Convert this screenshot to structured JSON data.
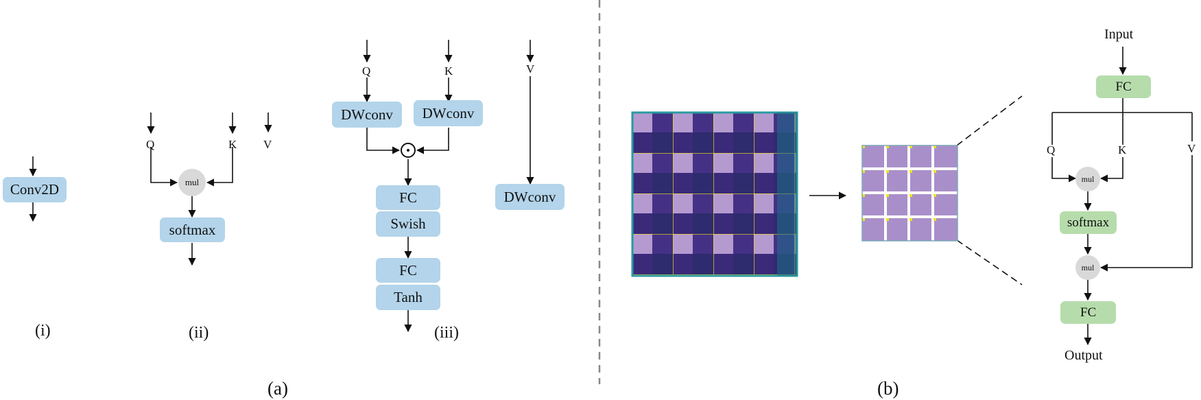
{
  "panel_a": {
    "caption": "(a)",
    "i": {
      "caption": "(i)",
      "conv": "Conv2D"
    },
    "ii": {
      "caption": "(ii)",
      "q": "Q",
      "k": "K",
      "v": "V",
      "mul": "mul",
      "softmax": "softmax"
    },
    "iii": {
      "caption": "(iii)",
      "q": "Q",
      "k": "K",
      "v": "V",
      "dw_q": "DWconv",
      "dw_k": "DWconv",
      "dw_v": "DWconv",
      "fc1": "FC",
      "swish": "Swish",
      "fc2": "FC",
      "tanh": "Tanh"
    }
  },
  "panel_b": {
    "caption": "(b)",
    "input": "Input",
    "fc_in": "FC",
    "q": "Q",
    "k": "K",
    "v": "V",
    "mul1": "mul",
    "softmax": "softmax",
    "mul2": "mul",
    "fc_out": "FC",
    "output": "Output"
  },
  "colors": {
    "blue_box": "#b3d4ea",
    "green_box": "#b6dcac",
    "gray_circle": "#d9d9d9",
    "grid_yellow": "#f2e21b"
  }
}
